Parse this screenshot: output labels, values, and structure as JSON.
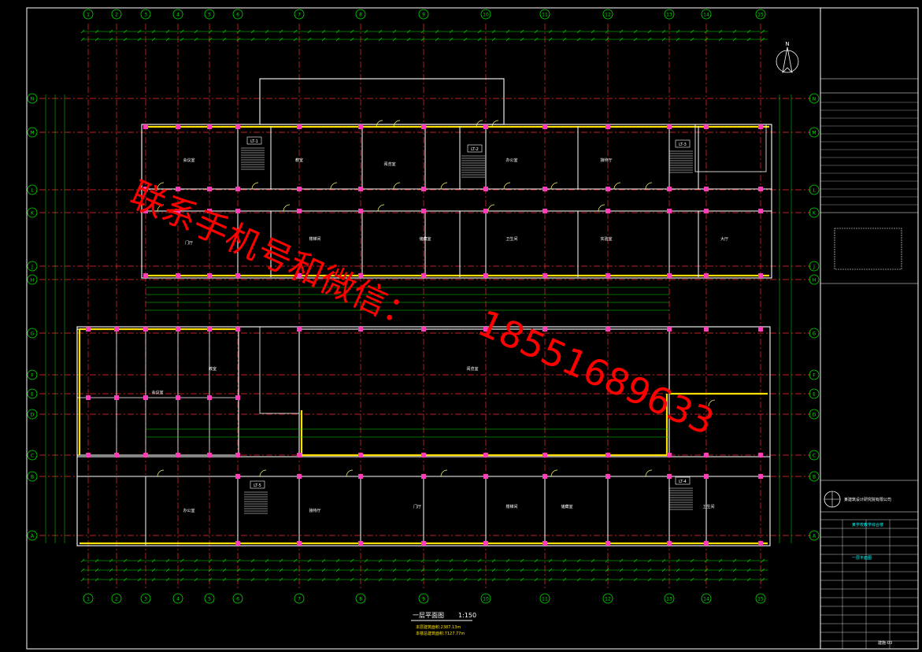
{
  "drawing": {
    "title": "一层平面图",
    "scale": "1:150",
    "notes": [
      "本层建筑面积:2387.13m",
      "本楼总建筑面积:7127.77m"
    ],
    "colors": {
      "background": "#000000",
      "grid_axis": "#ff2a2a",
      "walls": "#ffffff",
      "wall_fill": "#ffe000",
      "columns": "#ff3db8",
      "dimensions": "#00e000",
      "annotation": "#00ffff",
      "doors": "#ffff66",
      "watermark": "#ff0000"
    }
  },
  "axes": {
    "columns": [
      "1",
      "2",
      "3",
      "4",
      "5",
      "6",
      "7",
      "8",
      "9",
      "10",
      "11",
      "12",
      "13",
      "14",
      "15"
    ],
    "rows_upper": [
      "N",
      "M",
      "L",
      "K",
      "J"
    ],
    "rows_lower": [
      "H",
      "G",
      "F",
      "E",
      "D",
      "C",
      "B",
      "A"
    ]
  },
  "stair_tags": [
    "LT-1",
    "LT-2",
    "LT-3",
    "LT-4",
    "LT-5"
  ],
  "room_labels": [
    "会议室",
    "教室",
    "阅览室",
    "办公室",
    "接待厅",
    "门厅",
    "楼梯间",
    "储藏室",
    "卫生间",
    "实验室",
    "大厅"
  ],
  "watermark": {
    "line1": "联系手机号和微信：",
    "line2": "18551689633"
  },
  "title_block": {
    "north_label": "N",
    "company": "某建筑设计研究院有限公司",
    "project": "某学校教学综合楼",
    "sheet": "一层平面图",
    "sheet_no": "建施-03"
  }
}
